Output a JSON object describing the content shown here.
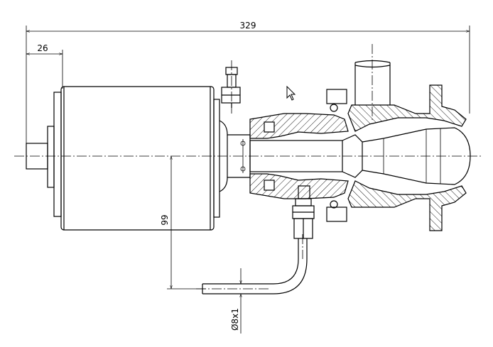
{
  "dimensions": {
    "overall_length": "329",
    "motor_offset": "26",
    "height_to_pipe": "99",
    "pipe_size": "Ø8x1"
  },
  "icons": {
    "cursor": "mouse-pointer-icon"
  }
}
